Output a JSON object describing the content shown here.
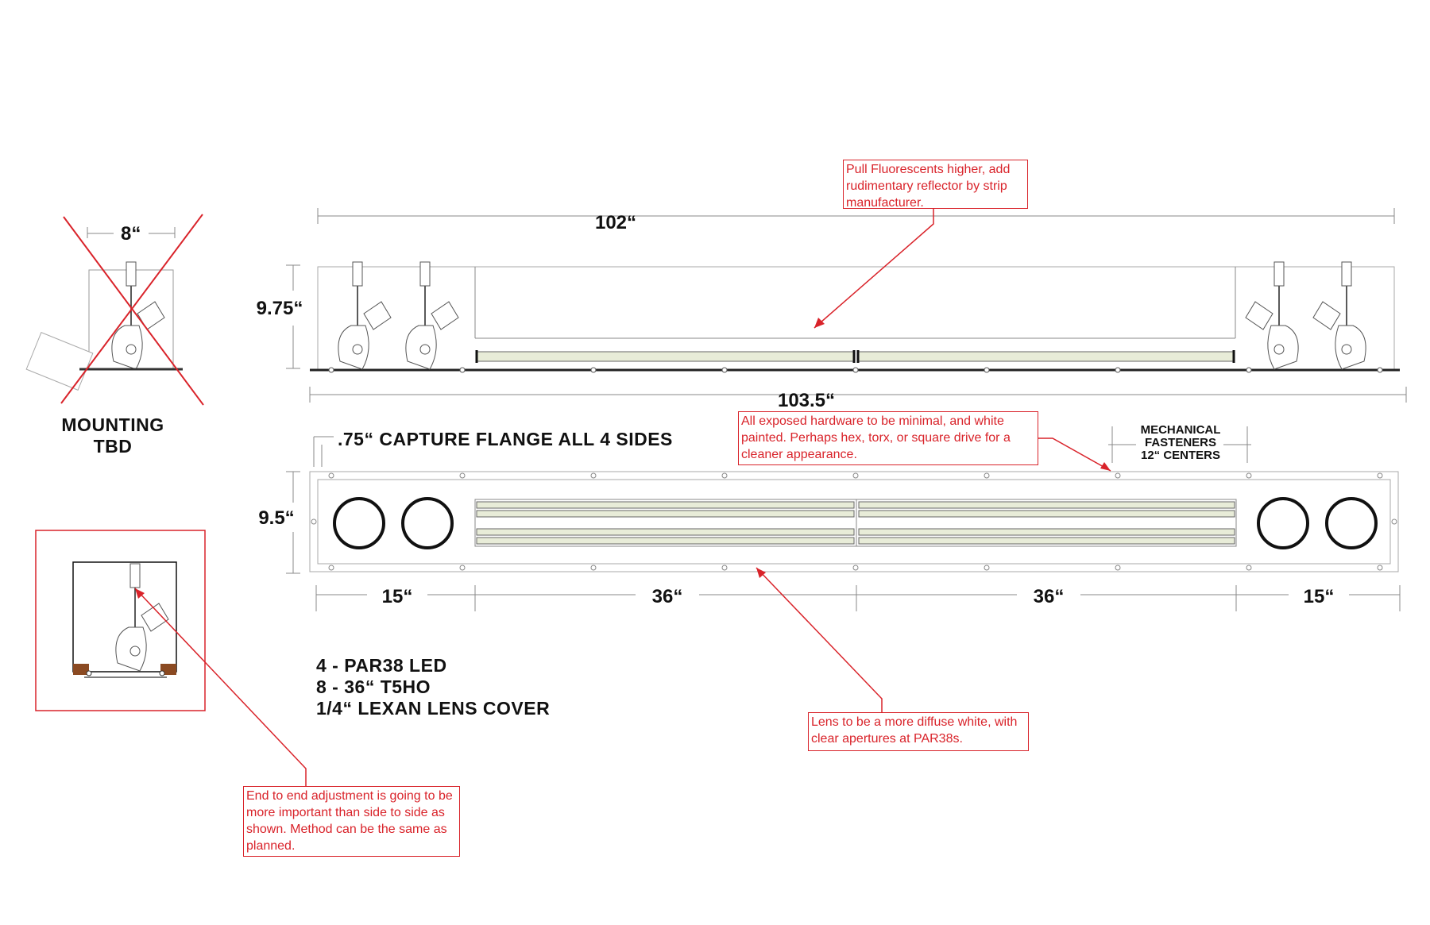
{
  "dimensions": {
    "side_width": "8“",
    "top_length": "102“",
    "top_height": "9.75“",
    "overall_length": "103.5“",
    "plan_height": "9.5“",
    "seg1": "15“",
    "seg2": "36“",
    "seg3": "36“",
    "seg4": "15“"
  },
  "labels": {
    "mounting_line1": "MOUNTING",
    "mounting_line2": "TBD",
    "capture_flange": ".75“  CAPTURE  FLANGE  ALL  4  SIDES",
    "mechanical_line1": "MECHANICAL",
    "mechanical_line2": "FASTENERS",
    "mechanical_line3": "12“  CENTERS",
    "spec_line1": "4  -  PAR38  LED",
    "spec_line2": "8  -  36“  T5HO",
    "spec_line3": "1/4“  LEXAN  LENS  COVER"
  },
  "notes": {
    "fluorescents": "Pull Fluorescents higher, add rudimentary reflector by strip manufacturer.",
    "hardware": "All exposed hardware to be minimal, and white painted.  Perhaps hex, torx, or square drive for a cleaner appearance.",
    "lens": "Lens to be a more diffuse white, with clear apertures at PAR38s.",
    "adjustment": "End to end adjustment is going to be more important than side to side as shown.  Method can be the same as planned."
  },
  "colors": {
    "markup_red": "#d9232a",
    "lamp_fill": "#e8ecd8",
    "wood": "#8b4a22"
  }
}
